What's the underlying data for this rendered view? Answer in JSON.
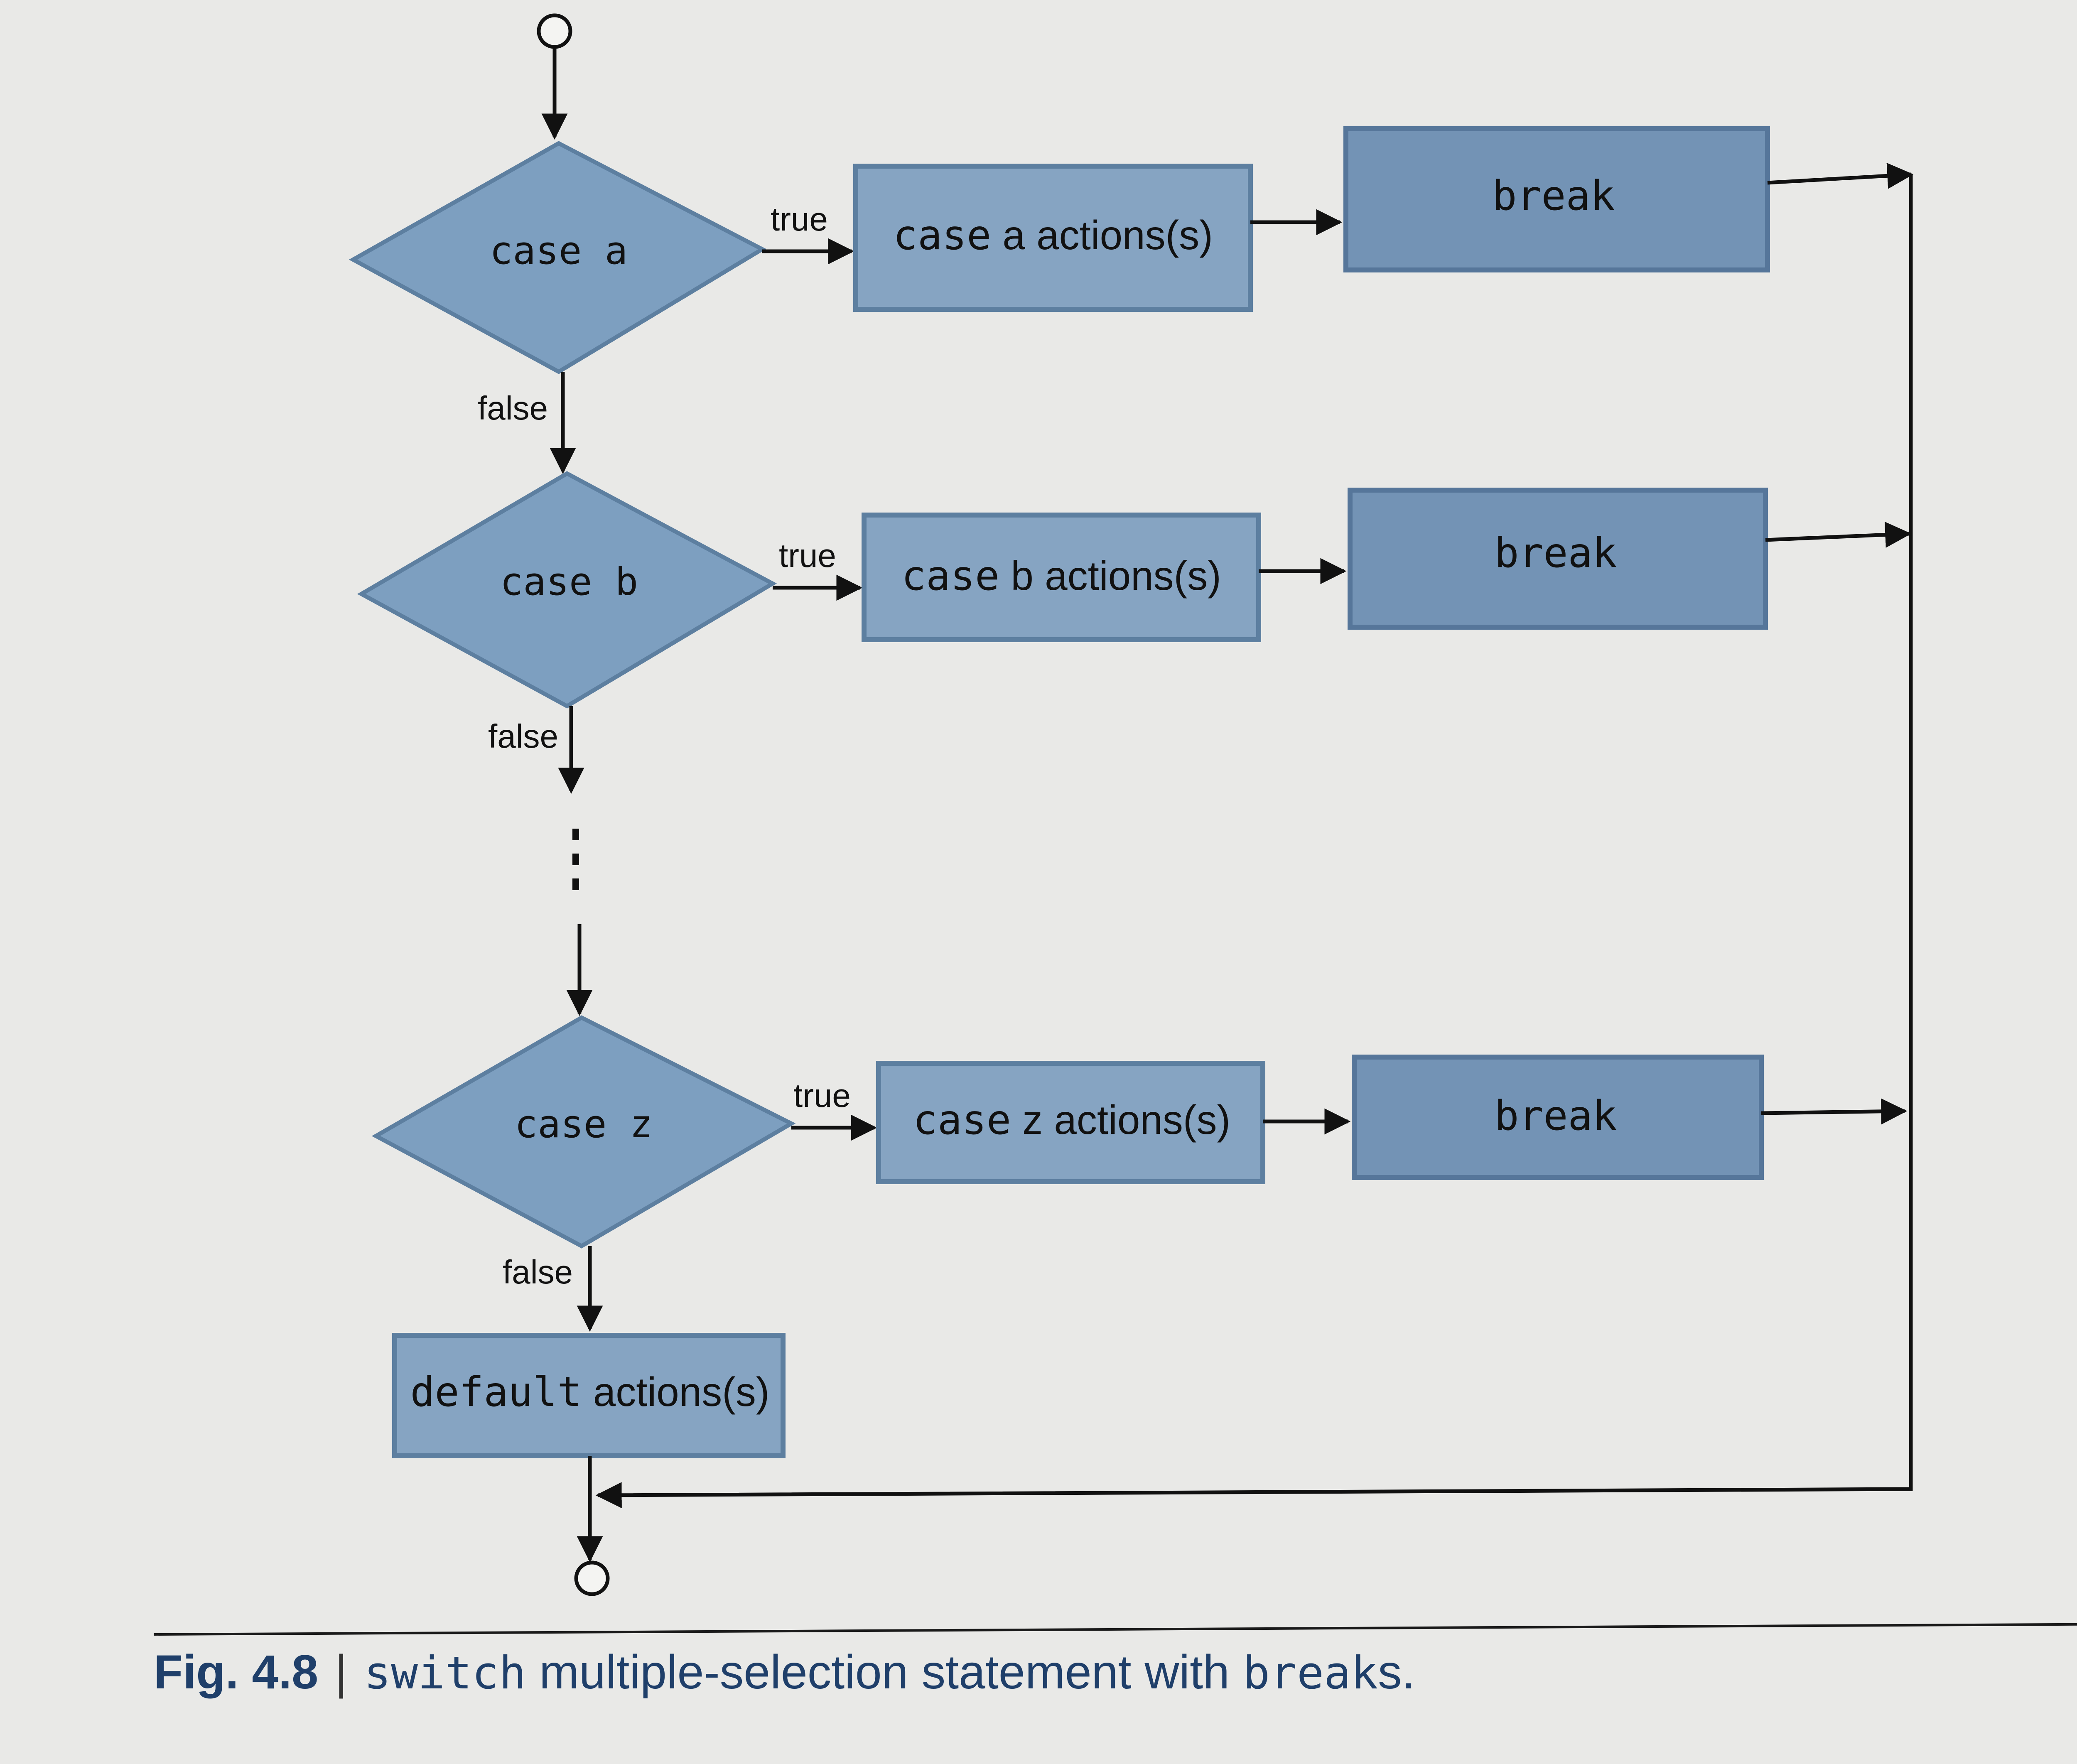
{
  "colors": {
    "background": "#e9e9e7",
    "diamond_fill": "#7d9fc0",
    "action_box_fill": "#86a4c2",
    "break_box_fill": "#7393b5",
    "arrow": "#111111",
    "caption_text": "#1f3f6a"
  },
  "diagram": {
    "decisions": [
      {
        "keyword": "case",
        "value": "a",
        "true_label": "true",
        "false_label": "false",
        "action_keyword": "case",
        "action_suffix": "a actions(s)",
        "break_label": "break"
      },
      {
        "keyword": "case",
        "value": "b",
        "true_label": "true",
        "false_label": "false",
        "action_keyword": "case",
        "action_suffix": "b actions(s)",
        "break_label": "break"
      },
      {
        "keyword": "case",
        "value": "z",
        "true_label": "true",
        "false_label": "false",
        "action_keyword": "case",
        "action_suffix": "z actions(s)",
        "break_label": "break"
      }
    ],
    "default_box": {
      "keyword": "default",
      "suffix": " actions(s)"
    }
  },
  "caption": {
    "figure_number": "Fig. 4.8",
    "separator": "|",
    "keyword_switch": "switch",
    "text_middle": " multiple-selection statement with ",
    "keyword_breaks": "break",
    "text_end": "s."
  }
}
